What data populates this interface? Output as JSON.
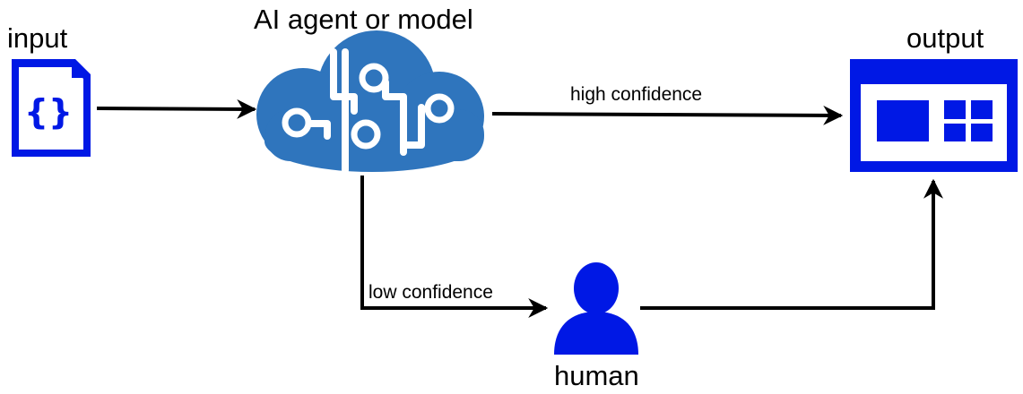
{
  "labels": {
    "input": "input",
    "model": "AI agent or model",
    "output": "output",
    "human": "human",
    "high_confidence": "high confidence",
    "low_confidence": "low confidence"
  },
  "icons": {
    "input": "json-file-icon",
    "model": "brain-cloud-icon",
    "output": "dashboard-window-icon",
    "human": "person-icon"
  },
  "colors": {
    "blue": "#0018e5",
    "cloud": "#2f75bd",
    "line": "#000000"
  }
}
